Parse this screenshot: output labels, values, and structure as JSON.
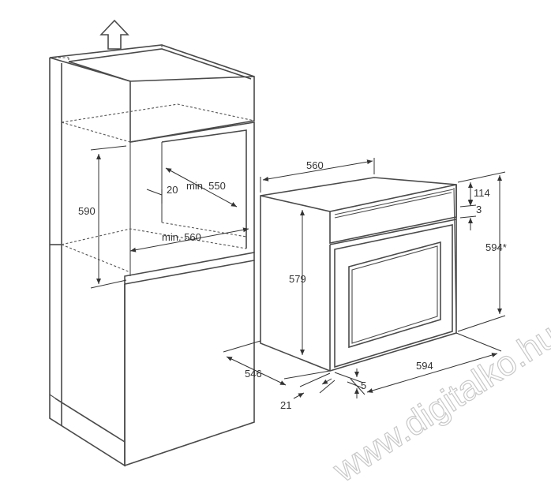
{
  "dimensions": {
    "cabinet_height": "590",
    "min_depth": "min. 550",
    "gap": "20",
    "min_width": "min. 560",
    "oven_width": "560",
    "oven_height": "579",
    "panel_top": "114",
    "panel_gap": "3",
    "front_height": "594*",
    "front_width": "594",
    "oven_depth": "546",
    "front_depth": "21",
    "bottom_gap": "5"
  },
  "watermark": "www.digitalko.hu",
  "colors": {
    "line": "#4a4a4a",
    "watermark": "#c8c8c8"
  }
}
